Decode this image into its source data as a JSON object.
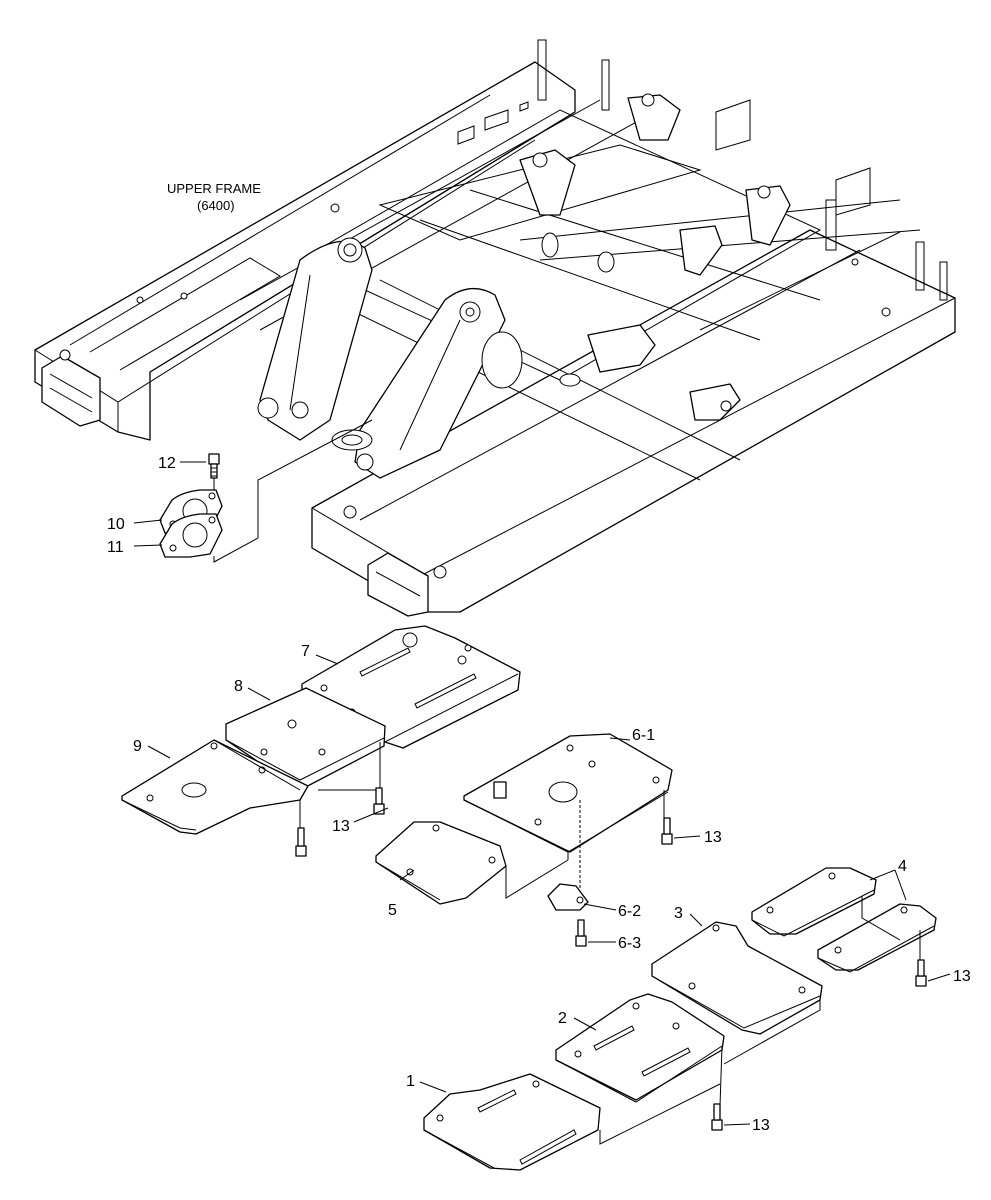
{
  "diagram": {
    "frame_label": [
      "UPPER FRAME",
      "(6400)"
    ],
    "callouts": {
      "p1": "1",
      "p2": "2",
      "p3": "3",
      "p4": "4",
      "p5": "5",
      "p6_1": "6-1",
      "p6_2": "6-2",
      "p6_3": "6-3",
      "p7": "7",
      "p8": "8",
      "p9": "9",
      "p10": "10",
      "p11": "11",
      "p12": "12",
      "p13": "13"
    }
  }
}
